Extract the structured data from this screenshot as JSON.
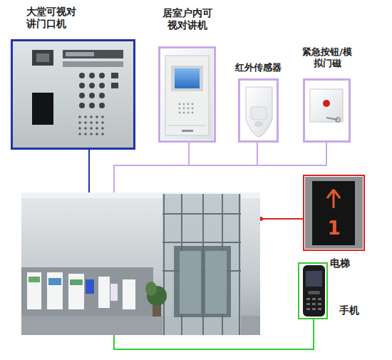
{
  "diagram": {
    "nodes": [
      {
        "text": [
          "大堂可视对讲门口机"
        ]
      },
      {
        "text": [
          "居室户内可视对讲机"
        ]
      },
      {
        "text": [
          "红外传感器"
        ]
      },
      {
        "text": [
          "紧急按钮/模拟门磁"
        ]
      },
      {
        "text": [
          "1",
          "电梯"
        ]
      },
      {
        "text": [
          "手机"
        ]
      }
    ]
  }
}
